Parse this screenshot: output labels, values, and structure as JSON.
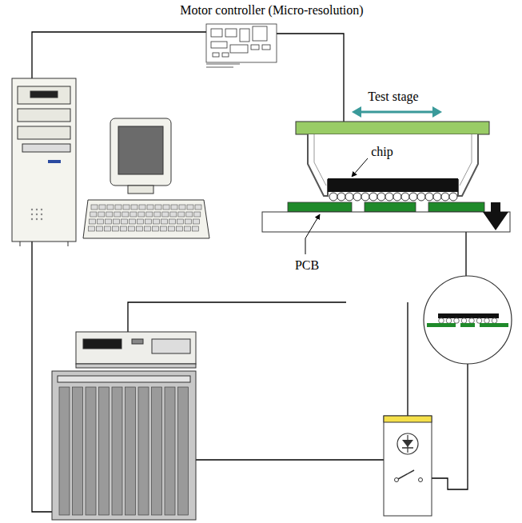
{
  "diagram": {
    "labels": [
      "Motor controller (Micro-resolution)",
      "Test stage",
      "chip",
      "PCB"
    ]
  }
}
